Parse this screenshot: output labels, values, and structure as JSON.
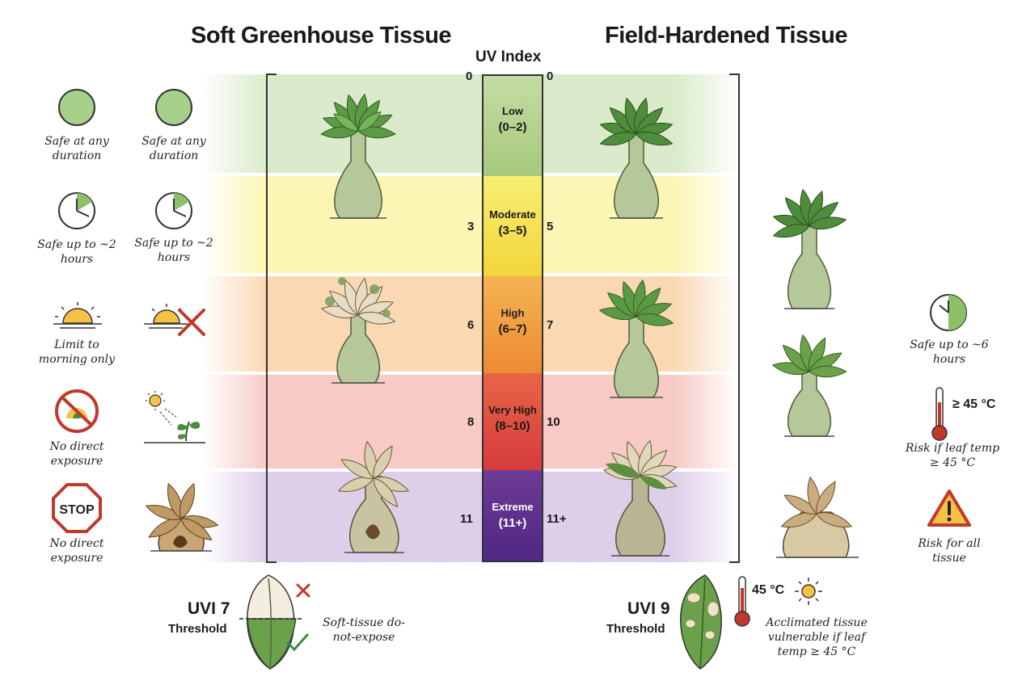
{
  "left_title": "Soft Greenhouse Tissue",
  "right_title": "Field-Hardened Tissue",
  "uv_title": "UV Index",
  "bands": [
    {
      "name": "Low",
      "range": "(0–2)",
      "color": "#a7c97d"
    },
    {
      "name": "Moderate",
      "range": "(3–5)",
      "color": "#f4e247"
    },
    {
      "name": "High",
      "range": "(6–7)",
      "color": "#f1963a"
    },
    {
      "name": "Very High",
      "range": "(8–10)",
      "color": "#df4a40"
    },
    {
      "name": "Extreme",
      "range": "(11+)",
      "color": "#5b2f8c"
    }
  ],
  "left_ticks": [
    "0",
    "3",
    "6",
    "8",
    "11"
  ],
  "right_ticks": [
    "0",
    "5",
    "7",
    "10",
    "11+"
  ],
  "left_labels": [
    {
      "text": "Safe at any duration",
      "icon": "clock-full-icon"
    },
    {
      "text": "Safe up to ~2 hours",
      "icon": "clock-quarter-icon"
    },
    {
      "text": "Limit to morning only",
      "icon": "sunrise-icon"
    },
    {
      "text": "No direct exposure",
      "icon": "no-sun-icon"
    },
    {
      "text": "No direct exposure",
      "icon": "stop-sign-icon"
    }
  ],
  "left_labels2": [
    {
      "text": "Safe at any duration",
      "icon": "clock-full-icon"
    },
    {
      "text": "Safe up to ~2 hours",
      "icon": "clock-quarter-icon"
    }
  ],
  "right_labels": [
    {
      "text": "Safe up to ~6 hours",
      "icon": "clock-half-icon"
    },
    {
      "text": "Risk if leaf temp ≥ 45 °C",
      "icon": "thermometer-icon"
    },
    {
      "text": "Risk for all tissue",
      "icon": "warning-icon"
    }
  ],
  "right_temp": "≥ 45 °C",
  "left_threshold": {
    "uvi": "UVI 7",
    "word": "Threshold",
    "note": "Soft-tissue do-not-expose"
  },
  "right_threshold": {
    "uvi": "UVI 9",
    "word": "Threshold",
    "temp": "45 °C",
    "note": "Acclimated tissue vulnerable if leaf temp ≥ 45 °C"
  }
}
